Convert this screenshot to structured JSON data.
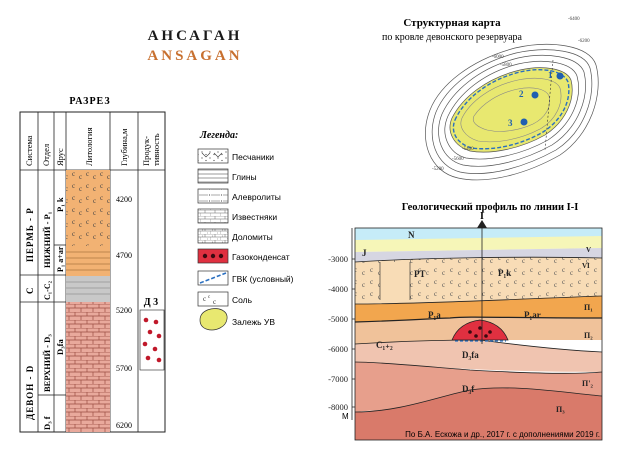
{
  "header": {
    "title_ru": "АНСАГАН",
    "title_en": "ANSAGAN"
  },
  "section": {
    "title": "РАЗРЕЗ",
    "columns": {
      "system": "Система",
      "division": "Отдел",
      "stage": "Ярус",
      "lithology": "Литология",
      "depth": "Глубина,м",
      "productivity": "Продук-тивность"
    },
    "systems": {
      "perm": "ПЕРМЬ - P",
      "c": "C",
      "devon": "ДЕВОН - D"
    },
    "divisions": {
      "lower_perm": "НИЖНИЙ - P₁",
      "c1c2": "C₁-C₂",
      "upper_devon": "ВЕРХНИЙ - D₃"
    },
    "stages": {
      "p1k": "P₁ k",
      "p1aar": "P₁ a+ar",
      "d3fa": "D₃fa",
      "d3f": "D₃ f"
    },
    "depth_ticks": [
      "4200",
      "4700",
      "5200",
      "5700",
      "6200"
    ],
    "productive_label": "Д 3"
  },
  "legend": {
    "title": "Легенда:",
    "items": [
      {
        "label": "Песчаники",
        "icon": "sandstone"
      },
      {
        "label": "Глины",
        "icon": "clay"
      },
      {
        "label": "Алевролиты",
        "icon": "siltstone"
      },
      {
        "label": "Известняки",
        "icon": "limestone"
      },
      {
        "label": "Доломиты",
        "icon": "dolomite"
      },
      {
        "label": "Газоконденсат",
        "icon": "gas-condensate"
      },
      {
        "label": "ГВК (условный)",
        "icon": "gwc"
      },
      {
        "label": "Соль",
        "icon": "salt"
      },
      {
        "label": "Залежь УВ",
        "icon": "hydrocarbon-deposit"
      }
    ]
  },
  "map": {
    "title_line1": "Структурная карта",
    "title_line2": "по кровле девонского резервуара",
    "contours": [
      "-6400",
      "-6200",
      "-6000",
      "-5800",
      "-5600",
      "-5400",
      "-5200"
    ],
    "wells": [
      "1",
      "2",
      "3"
    ]
  },
  "profile": {
    "title": "Геологический профиль по линии I-I",
    "line_label": "I",
    "y_axis_label": "M",
    "y_ticks": [
      "-3000",
      "-4000",
      "-5000",
      "-6000",
      "-7000",
      "-8000"
    ],
    "labels": {
      "n": "N",
      "j": "J",
      "v": "V",
      "vi": "VI",
      "pt": "PT",
      "p1k": "P₁k",
      "pi1": "П₁",
      "p1a": "P₁a",
      "p1ar": "P₁ar",
      "pi2": "П₂",
      "c12": "C₁₊₂",
      "d3fa": "D₃fa",
      "pi2p": "П'₂",
      "d3f": "D₃f",
      "pi3": "П₃"
    }
  },
  "source": "По Б.А. Ескожа и др., 2017 г. с дополнениями 2019 г.",
  "colors": {
    "accent_orange": "#c8702f",
    "sand": "#f8dcb6",
    "sand_orange": "#f2b273",
    "gas_red": "#e03040",
    "deposit_yellow": "#e8e870",
    "gwc_blue": "#2a6fc0"
  }
}
